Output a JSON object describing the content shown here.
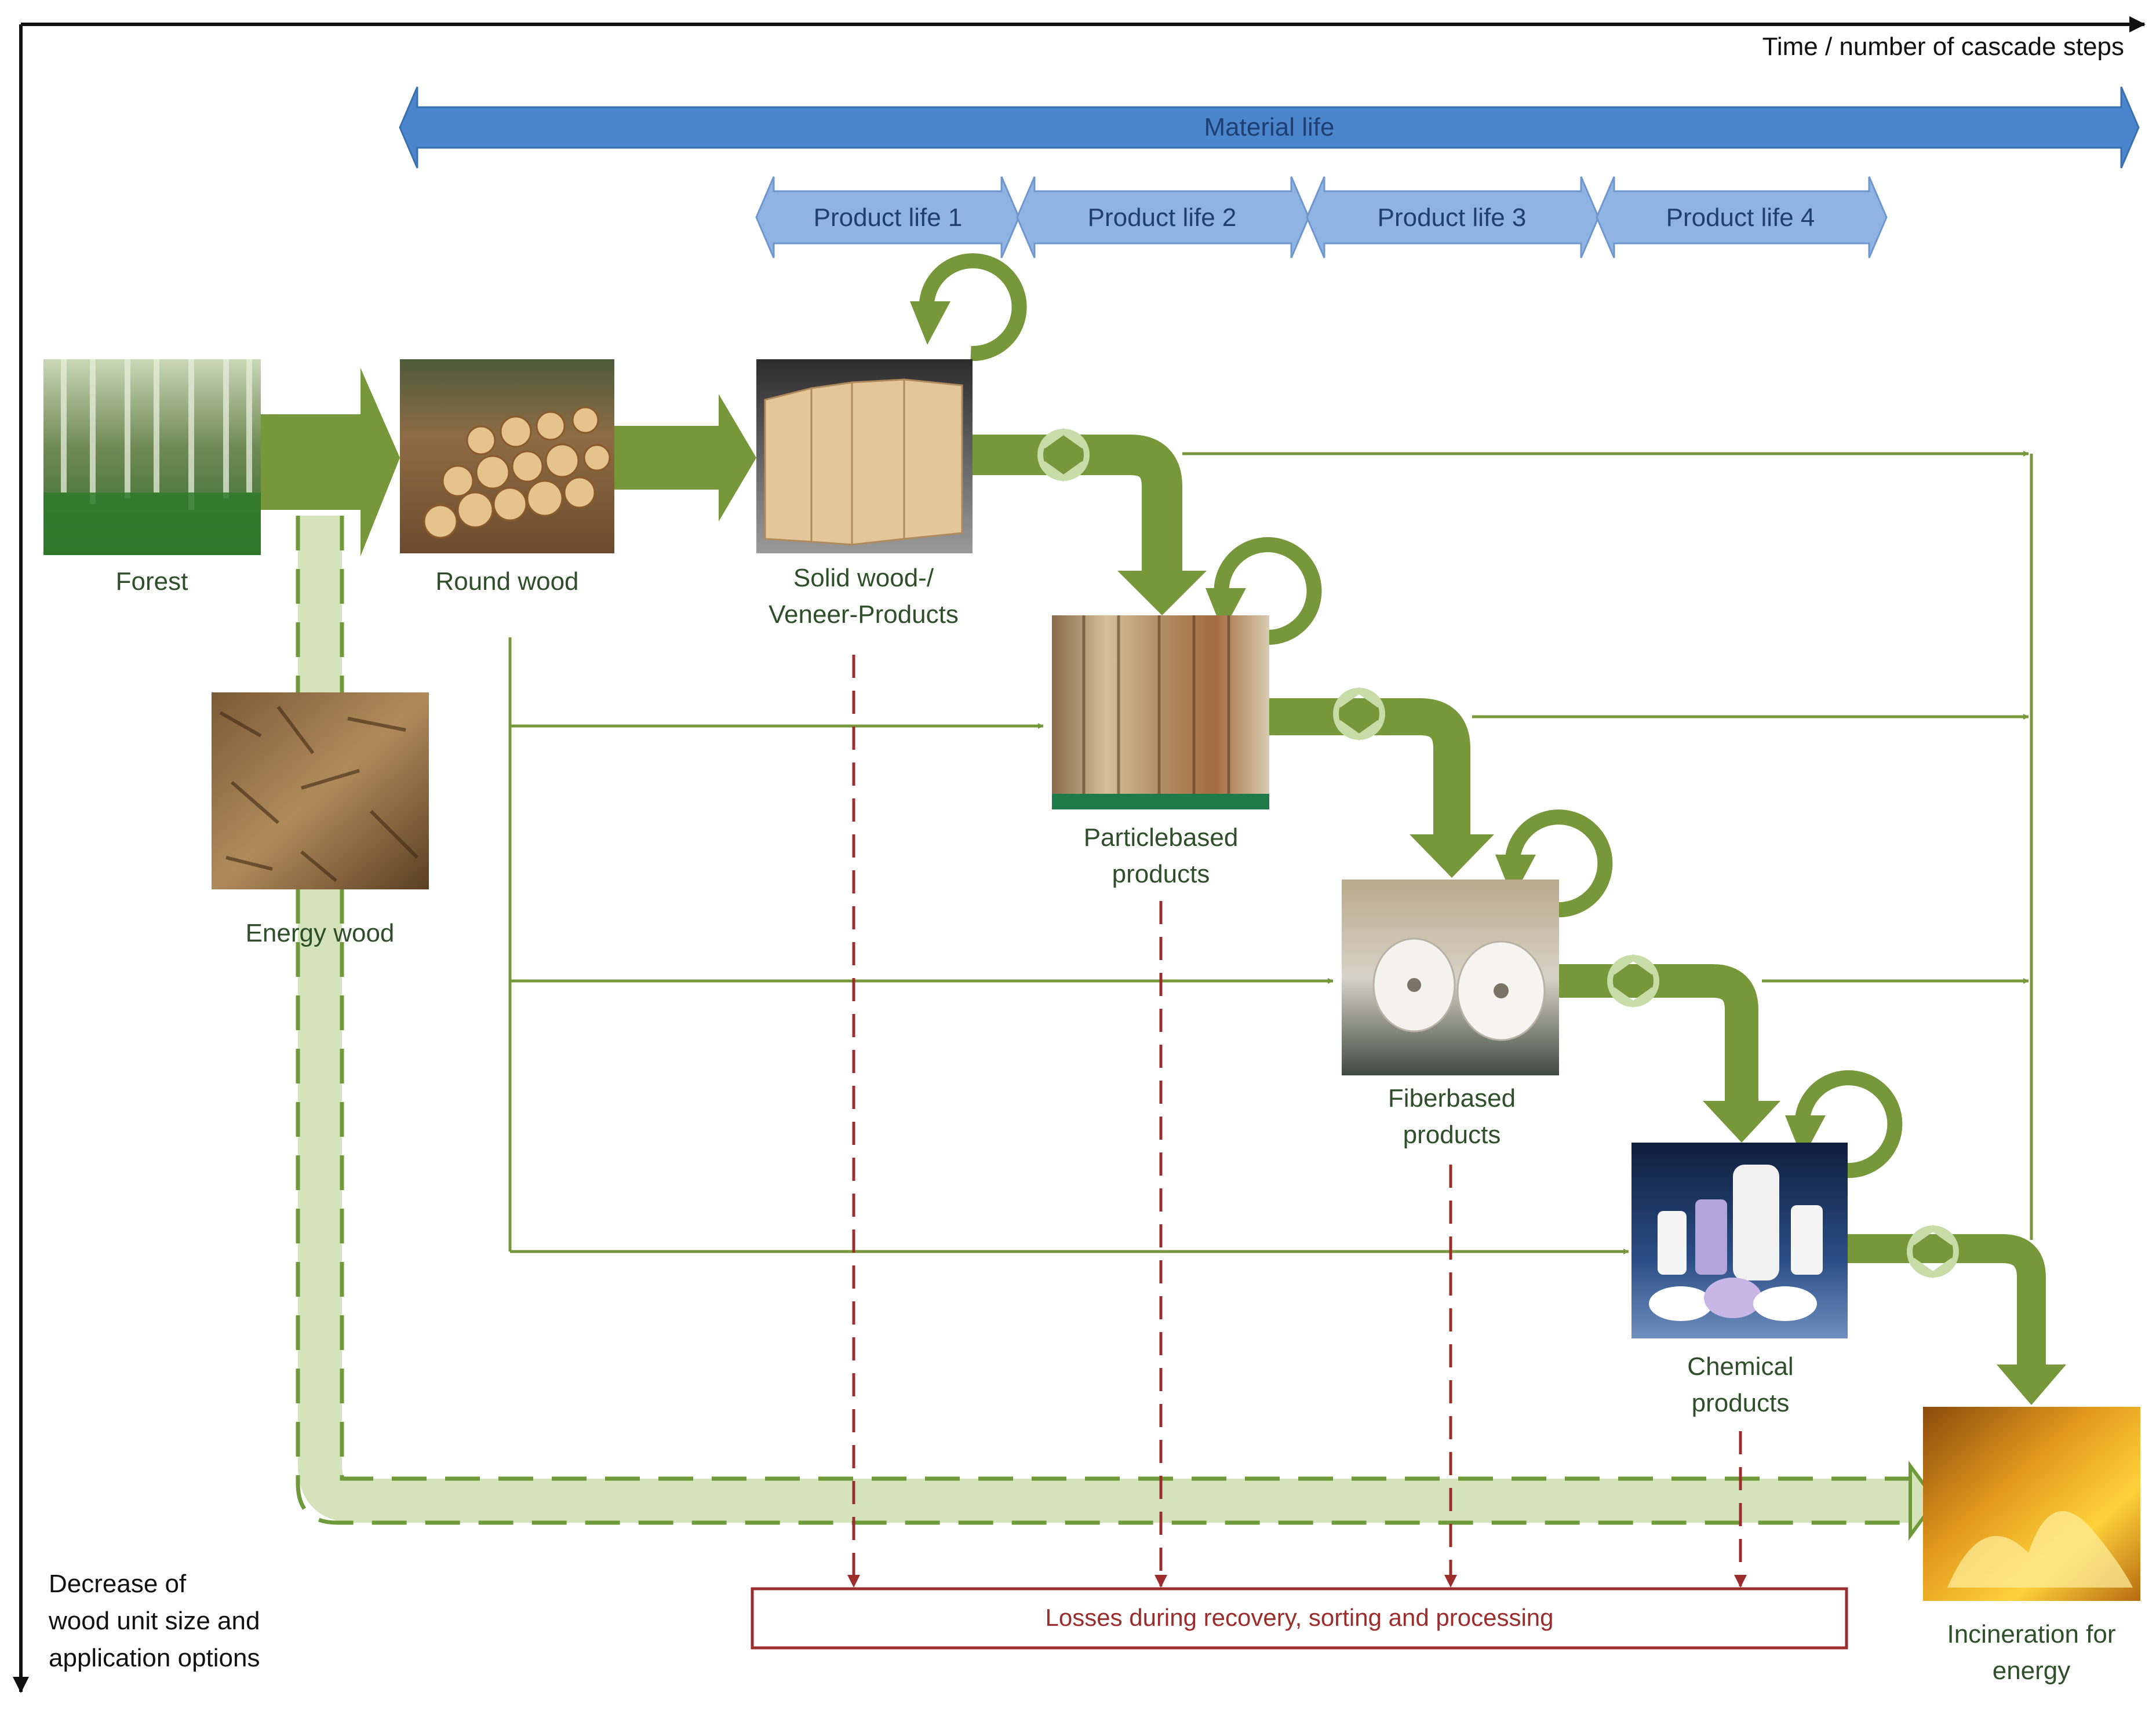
{
  "axes": {
    "horizontal_label": "Time / number of cascade steps",
    "vertical_label_lines": [
      "Decrease of",
      "wood unit size and",
      "application options"
    ]
  },
  "material_life": {
    "label": "Material life"
  },
  "product_lives": [
    {
      "label": "Product life 1"
    },
    {
      "label": "Product life 2"
    },
    {
      "label": "Product life 3"
    },
    {
      "label": "Product life 4"
    }
  ],
  "nodes": {
    "forest": {
      "label_lines": [
        "Forest"
      ],
      "image": "forest-photo"
    },
    "round_wood": {
      "label_lines": [
        "Round wood"
      ],
      "image": "log-pile-photo"
    },
    "energy_wood": {
      "label_lines": [
        "Energy wood"
      ],
      "image": "wood-chips-photo"
    },
    "solid_wood": {
      "label_lines": [
        "Solid wood-/",
        "Veneer-Products"
      ],
      "image": "timber-beams-photo"
    },
    "particlebased": {
      "label_lines": [
        "Particlebased",
        "products"
      ],
      "image": "particle-boards-photo"
    },
    "fiberbased": {
      "label_lines": [
        "Fiberbased",
        "products"
      ],
      "image": "paper-rolls-photo"
    },
    "chemical": {
      "label_lines": [
        "Chemical",
        "products"
      ],
      "image": "chemical-fibers-photo"
    },
    "incineration": {
      "label_lines": [
        "Incineration for",
        "energy"
      ],
      "image": "fire-photo"
    }
  },
  "losses": {
    "label": "Losses during recovery, sorting and processing"
  },
  "colors": {
    "flow_green": "#76983a",
    "energy_light_green": "#d5e3bb",
    "energy_dash_green": "#6f9a3a",
    "material_blue": "#4b86cc",
    "product_blue": "#8fb3e2",
    "loss_red": "#9b2d2d",
    "recycle_light": "#c8dca8"
  }
}
